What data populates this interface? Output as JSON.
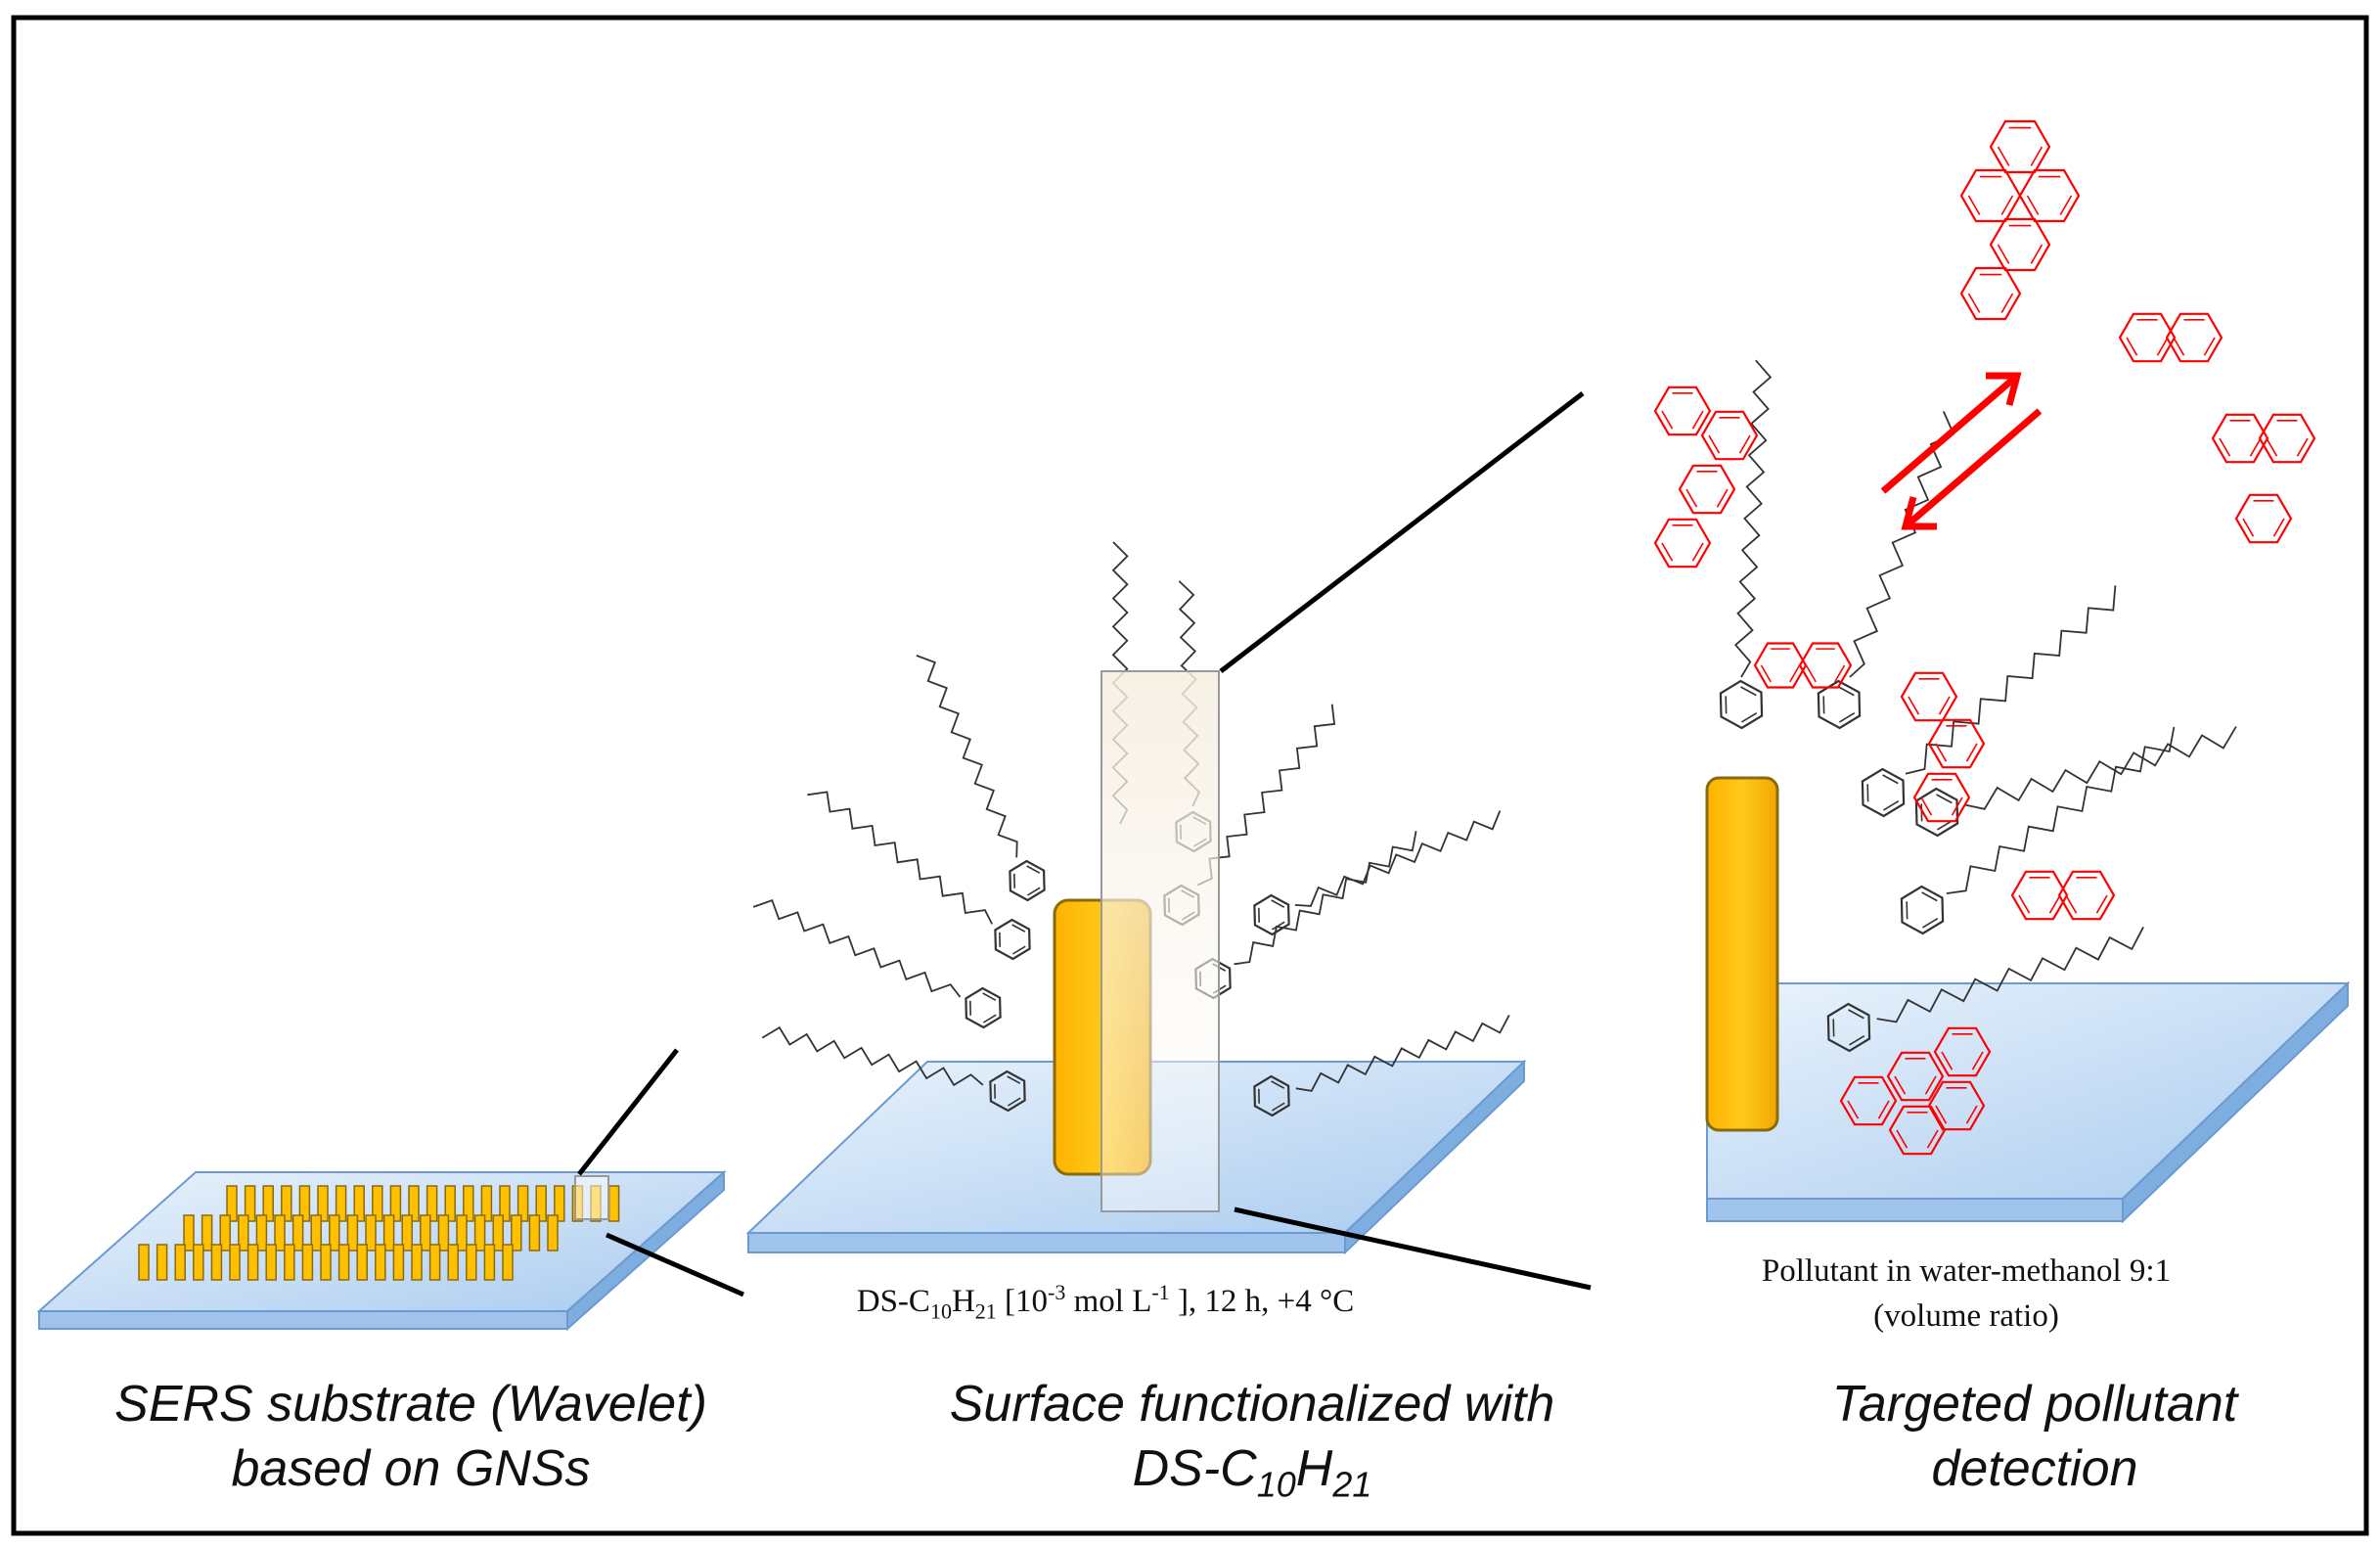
{
  "panels": [
    {
      "caption_line1": "SERS substrate (Wavelet)",
      "caption_line2": "based on GNSs"
    },
    {
      "condition": {
        "prefix": "DS-C",
        "sub1": "10",
        "mid": "H",
        "sub2": "21",
        "open": " [10",
        "exp1": "-3",
        "unit": " mol L",
        "exp2": "-1",
        "close": " ], 12 h, +4 °C"
      },
      "caption_line1": "Surface functionalized with",
      "caption_line2": {
        "prefix": "DS-C",
        "sub1": "10",
        "mid": "H",
        "sub2": "21"
      }
    },
    {
      "condition_line1": "Pollutant in water-methanol 9:1",
      "condition_line2": "(volume ratio)",
      "caption_line1": "Targeted pollutant",
      "caption_line2": "detection"
    }
  ],
  "colors": {
    "frame": "#000000",
    "substrate_top": "#cfe3f7",
    "substrate_edge": "#8fb7e6",
    "gold": "#ffc000",
    "gold_edge": "#b8860b",
    "molecule": "#222222",
    "pollutant": "#ff0000",
    "arrow": "#ff0000"
  },
  "icons": [
    "substrate-slab",
    "gold-nanostar-rod",
    "dodecyl-biphenyl-chain",
    "polyaromatic-pollutant",
    "equilibrium-arrows"
  ]
}
